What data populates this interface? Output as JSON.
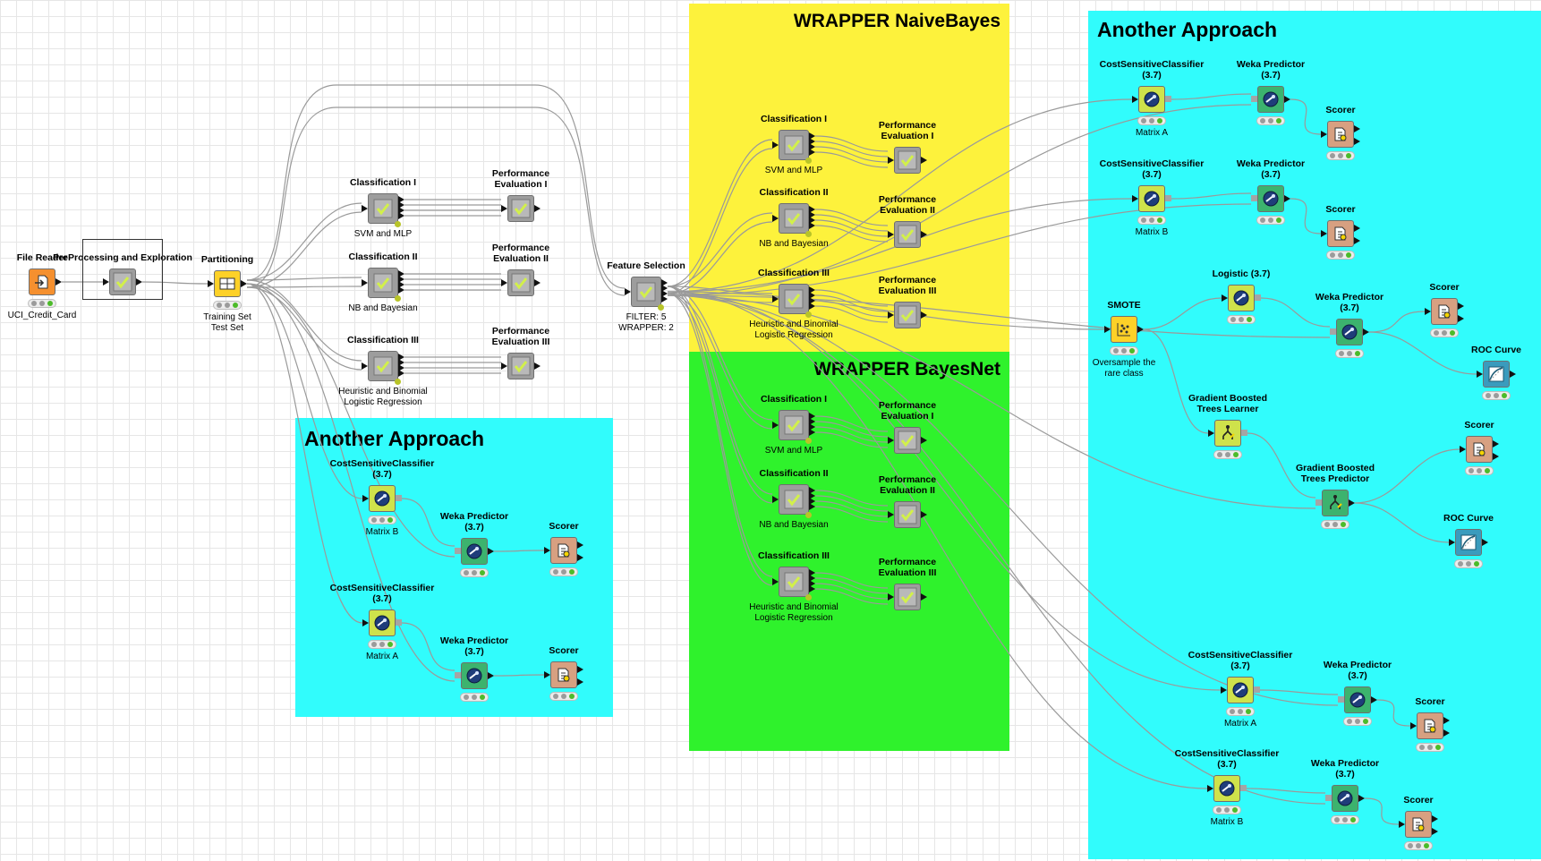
{
  "annotations": [
    {
      "id": "wrapper-naivebayes",
      "title": "WRAPPER NaiveBayes",
      "color": "#fdf23c"
    },
    {
      "id": "wrapper-bayesnet",
      "title": "WRAPPER BayesNet",
      "color": "#2ff22c"
    },
    {
      "id": "another-approach-left",
      "title": "Another Approach",
      "color": "#31fcfc"
    },
    {
      "id": "another-approach-right",
      "title": "Another Approach",
      "color": "#31fcfc"
    }
  ],
  "colors": {
    "reader": "#f5902f",
    "partition": "#fdd128",
    "meta": "#9d9d9d",
    "learner": "#cfe24b",
    "predictor": "#3cb36e",
    "scorer": "#d7a081",
    "roc": "#3a9bbd",
    "smote": "#fdd128",
    "check": "#d2f04a"
  },
  "nodes": [
    {
      "id": "file-reader",
      "label": "File Reader",
      "sub": "UCI_Credit_Card",
      "type": "reader",
      "icon": "file-import-icon"
    },
    {
      "id": "preprocessing",
      "label": "PreProcessing and Exploration",
      "sub": "",
      "type": "meta",
      "icon": "check-icon"
    },
    {
      "id": "partitioning",
      "label": "Partitioning",
      "sub": "Training Set\nTest Set",
      "type": "partition",
      "icon": "table-icon"
    },
    {
      "id": "classification-1",
      "label": "Classification I",
      "sub": "SVM and MLP",
      "type": "meta",
      "icon": "check-icon"
    },
    {
      "id": "classification-2",
      "label": "Classification II",
      "sub": "NB and Bayesian",
      "type": "meta",
      "icon": "check-icon"
    },
    {
      "id": "classification-3",
      "label": "Classification III",
      "sub": "Heuristic and Binomial\nLogistic Regression",
      "type": "meta",
      "icon": "check-icon"
    },
    {
      "id": "perf-eval-1",
      "label": "Performance\nEvaluation I",
      "sub": "",
      "type": "meta",
      "icon": "check-icon"
    },
    {
      "id": "perf-eval-2",
      "label": "Performance\nEvaluation II",
      "sub": "",
      "type": "meta",
      "icon": "check-icon"
    },
    {
      "id": "perf-eval-3",
      "label": "Performance\nEvaluation III",
      "sub": "",
      "type": "meta",
      "icon": "check-icon"
    },
    {
      "id": "feature-selection",
      "label": "Feature Selection",
      "sub": "FILTER: 5\nWRAPPER: 2",
      "type": "meta",
      "icon": "check-icon"
    },
    {
      "id": "nb-class-1",
      "label": "Classification I",
      "sub": "SVM and MLP",
      "type": "meta",
      "icon": "check-icon"
    },
    {
      "id": "nb-class-2",
      "label": "Classification II",
      "sub": "NB and Bayesian",
      "type": "meta",
      "icon": "check-icon"
    },
    {
      "id": "nb-class-3",
      "label": "Classification III",
      "sub": "Heuristic and Binomial\nLogistic Regression",
      "type": "meta",
      "icon": "check-icon"
    },
    {
      "id": "nb-perf-1",
      "label": "Performance\nEvaluation I",
      "sub": "",
      "type": "meta",
      "icon": "check-icon"
    },
    {
      "id": "nb-perf-2",
      "label": "Performance\nEvaluation II",
      "sub": "",
      "type": "meta",
      "icon": "check-icon"
    },
    {
      "id": "nb-perf-3",
      "label": "Performance\nEvaluation III",
      "sub": "",
      "type": "meta",
      "icon": "check-icon"
    },
    {
      "id": "bn-class-1",
      "label": "Classification I",
      "sub": "SVM and MLP",
      "type": "meta",
      "icon": "check-icon"
    },
    {
      "id": "bn-class-2",
      "label": "Classification II",
      "sub": "NB and Bayesian",
      "type": "meta",
      "icon": "check-icon"
    },
    {
      "id": "bn-class-3",
      "label": "Classification III",
      "sub": "Heuristic and Binomial\nLogistic Regression",
      "type": "meta",
      "icon": "check-icon"
    },
    {
      "id": "bn-perf-1",
      "label": "Performance\nEvaluation I",
      "sub": "",
      "type": "meta",
      "icon": "check-icon"
    },
    {
      "id": "bn-perf-2",
      "label": "Performance\nEvaluation II",
      "sub": "",
      "type": "meta",
      "icon": "check-icon"
    },
    {
      "id": "bn-perf-3",
      "label": "Performance\nEvaluation III",
      "sub": "",
      "type": "meta",
      "icon": "check-icon"
    },
    {
      "id": "aa-l-csc-b",
      "label": "CostSensitiveClassifier\n(3.7)",
      "sub": "Matrix B",
      "type": "learner",
      "icon": "weka-icon"
    },
    {
      "id": "aa-l-pred-b",
      "label": "Weka Predictor\n(3.7)",
      "sub": "",
      "type": "predictor",
      "icon": "weka-icon"
    },
    {
      "id": "aa-l-scorer-b",
      "label": "Scorer",
      "sub": "",
      "type": "scorer",
      "icon": "scorer-icon"
    },
    {
      "id": "aa-l-csc-a",
      "label": "CostSensitiveClassifier\n(3.7)",
      "sub": "Matrix A",
      "type": "learner",
      "icon": "weka-icon"
    },
    {
      "id": "aa-l-pred-a",
      "label": "Weka Predictor\n(3.7)",
      "sub": "",
      "type": "predictor",
      "icon": "weka-icon"
    },
    {
      "id": "aa-l-scorer-a",
      "label": "Scorer",
      "sub": "",
      "type": "scorer",
      "icon": "scorer-icon"
    },
    {
      "id": "aa-r-csc-a",
      "label": "CostSensitiveClassifier\n(3.7)",
      "sub": "Matrix A",
      "type": "learner",
      "icon": "weka-icon"
    },
    {
      "id": "aa-r-pred-a",
      "label": "Weka Predictor\n(3.7)",
      "sub": "",
      "type": "predictor",
      "icon": "weka-icon"
    },
    {
      "id": "aa-r-scorer-a",
      "label": "Scorer",
      "sub": "",
      "type": "scorer",
      "icon": "scorer-icon"
    },
    {
      "id": "aa-r-csc-b",
      "label": "CostSensitiveClassifier\n(3.7)",
      "sub": "Matrix B",
      "type": "learner",
      "icon": "weka-icon"
    },
    {
      "id": "aa-r-pred-b",
      "label": "Weka Predictor\n(3.7)",
      "sub": "",
      "type": "predictor",
      "icon": "weka-icon"
    },
    {
      "id": "aa-r-scorer-b",
      "label": "Scorer",
      "sub": "",
      "type": "scorer",
      "icon": "scorer-icon"
    },
    {
      "id": "smote",
      "label": "SMOTE",
      "sub": "Oversample the\nrare class",
      "type": "smote",
      "icon": "scatter-icon"
    },
    {
      "id": "logistic",
      "label": "Logistic (3.7)",
      "sub": "",
      "type": "learner",
      "icon": "weka-icon"
    },
    {
      "id": "smote-pred",
      "label": "Weka Predictor\n(3.7)",
      "sub": "",
      "type": "predictor",
      "icon": "weka-icon"
    },
    {
      "id": "smote-scorer",
      "label": "Scorer",
      "sub": "",
      "type": "scorer",
      "icon": "scorer-icon"
    },
    {
      "id": "roc-1",
      "label": "ROC Curve",
      "sub": "",
      "type": "roc",
      "icon": "roc-icon"
    },
    {
      "id": "gbt-learner",
      "label": "Gradient Boosted\nTrees Learner",
      "sub": "",
      "type": "learner",
      "icon": "tree-icon"
    },
    {
      "id": "gbt-scorer",
      "label": "Scorer",
      "sub": "",
      "type": "scorer",
      "icon": "scorer-icon"
    },
    {
      "id": "gbt-predictor",
      "label": "Gradient Boosted\nTrees Predictor",
      "sub": "",
      "type": "predictor",
      "icon": "tree-icon"
    },
    {
      "id": "roc-2",
      "label": "ROC Curve",
      "sub": "",
      "type": "roc",
      "icon": "roc-icon"
    },
    {
      "id": "aa-r2-csc-a",
      "label": "CostSensitiveClassifier\n(3.7)",
      "sub": "Matrix A",
      "type": "learner",
      "icon": "weka-icon"
    },
    {
      "id": "aa-r2-pred-a",
      "label": "Weka Predictor\n(3.7)",
      "sub": "",
      "type": "predictor",
      "icon": "weka-icon"
    },
    {
      "id": "aa-r2-scorer-a",
      "label": "Scorer",
      "sub": "",
      "type": "scorer",
      "icon": "scorer-icon"
    },
    {
      "id": "aa-r2-csc-b",
      "label": "CostSensitiveClassifier\n(3.7)",
      "sub": "Matrix B",
      "type": "learner",
      "icon": "weka-icon"
    },
    {
      "id": "aa-r2-pred-b",
      "label": "Weka Predictor\n(3.7)",
      "sub": "",
      "type": "predictor",
      "icon": "weka-icon"
    },
    {
      "id": "aa-r2-scorer-b",
      "label": "Scorer",
      "sub": "",
      "type": "scorer",
      "icon": "scorer-icon"
    }
  ]
}
